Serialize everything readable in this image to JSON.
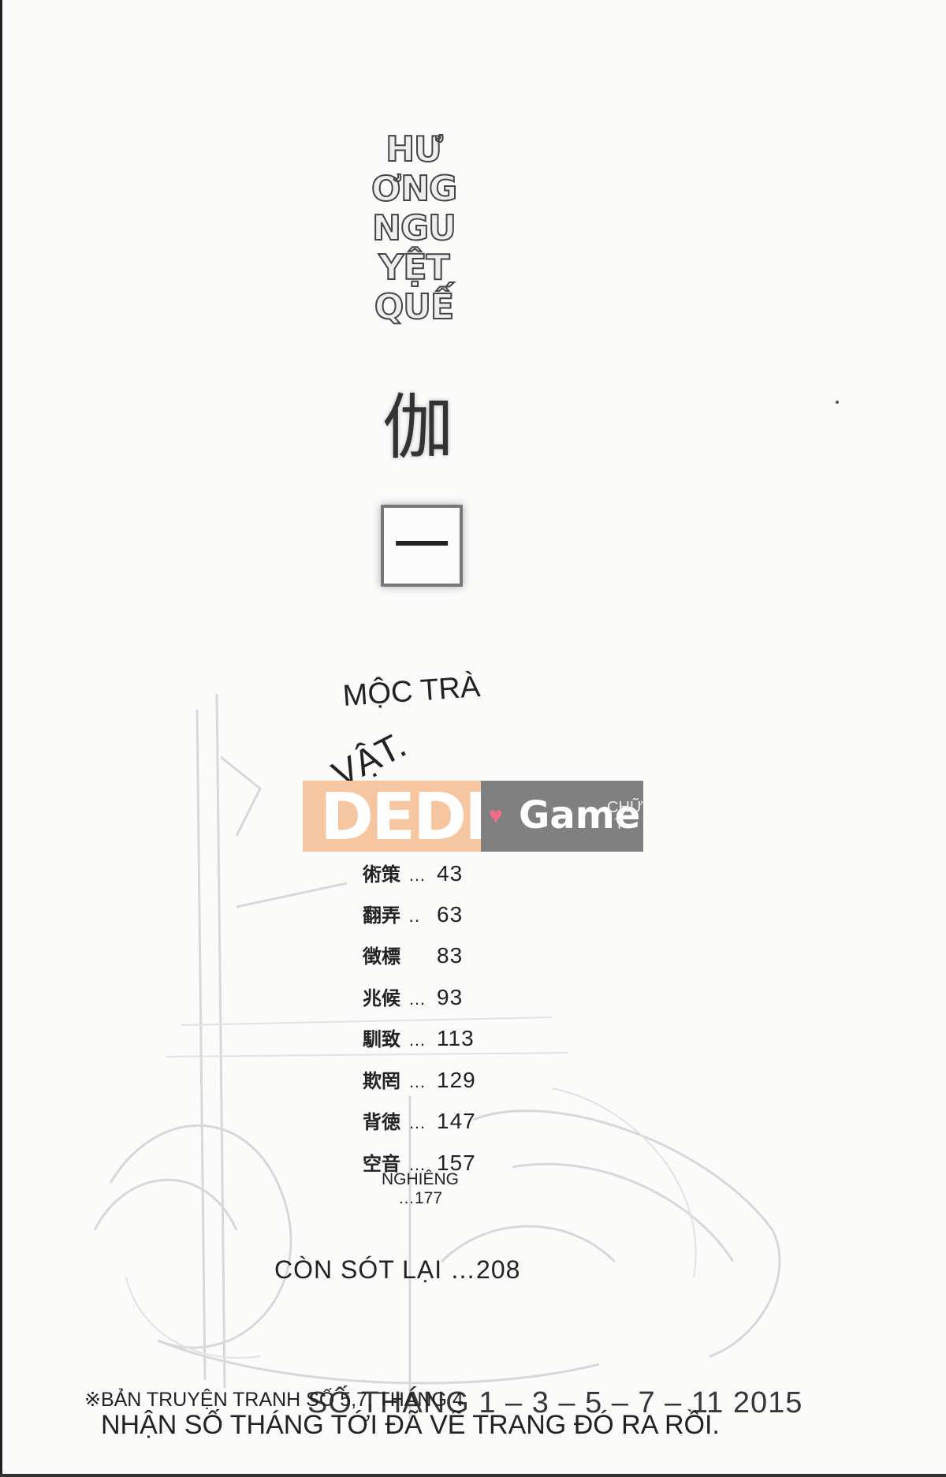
{
  "series_title": [
    "HƯ",
    "ƠNG",
    "NGU",
    "YỆT",
    "QUẾ"
  ],
  "volume_kanji": "伽",
  "volume_number": "一",
  "chapter": {
    "title": "MỘC TRÀ",
    "subtitle": "VẬT."
  },
  "watermark": {
    "left_text": "DEDE",
    "heart": "♥",
    "game_text": "Game",
    "chu_text": "CHỮ",
    "t_text": "T",
    "colors": {
      "left_bg": "#f6c6a0",
      "right_bg": "#808080",
      "heart": "#f06a8a"
    }
  },
  "toc": [
    {
      "kanji": "術策",
      "dots": "…",
      "page": "43"
    },
    {
      "kanji": "翻弄",
      "dots": "‥",
      "page": "63"
    },
    {
      "kanji": "徴標",
      "dots": "",
      "page": "83"
    },
    {
      "kanji": "兆候",
      "dots": "…",
      "page": "93"
    },
    {
      "kanji": "馴致",
      "dots": "…",
      "page": "113"
    },
    {
      "kanji": "欺罔",
      "dots": "…",
      "page": "129"
    },
    {
      "kanji": "背徳",
      "dots": "…",
      "page": "147"
    },
    {
      "kanji": "空音",
      "dots": "…",
      "page": "157"
    }
  ],
  "nghieng": {
    "label": "NGHIÊNG",
    "page": "…177"
  },
  "con_sot": "CÒN SÓT LẠI …208",
  "footer": {
    "note": "※BẢN TRUYỆN TRANH SỐ 5,7, THÁNG 4",
    "dates": "SỐ THÁNG 1 – 3 – 5 – 7 – 11 2015",
    "line2": "NHẬN SỐ THÁNG   TỚI ĐÃ VẼ TRANG ĐÓ RA RỒI."
  }
}
